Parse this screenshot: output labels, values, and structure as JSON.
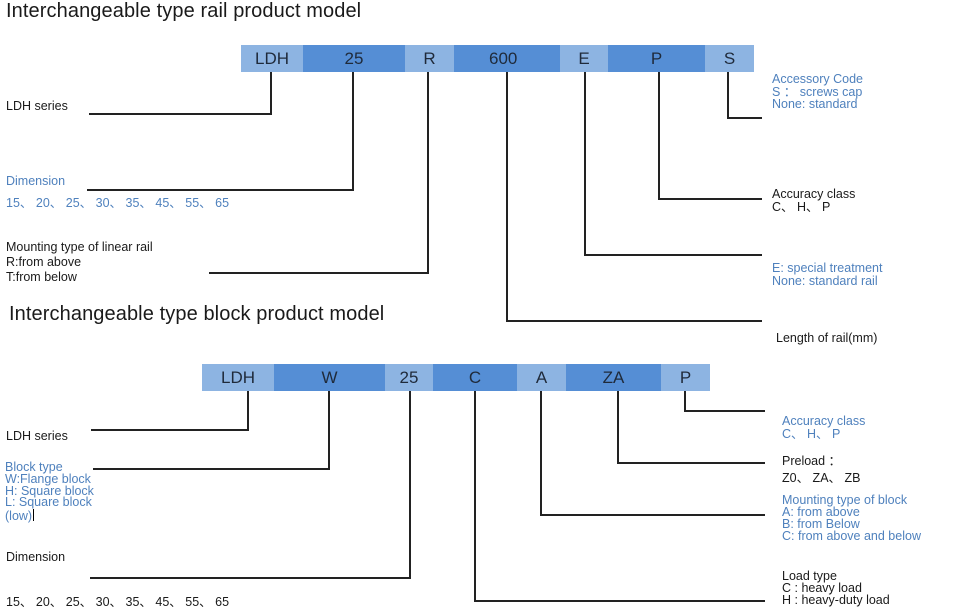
{
  "rail": {
    "title": "Interchangeable type rail product model",
    "segments": [
      {
        "code": "LDH",
        "shade": "light"
      },
      {
        "code": "25",
        "shade": "dark"
      },
      {
        "code": "R",
        "shade": "light"
      },
      {
        "code": "600",
        "shade": "dark"
      },
      {
        "code": "E",
        "shade": "light"
      },
      {
        "code": "P",
        "shade": "dark"
      },
      {
        "code": "S",
        "shade": "light"
      }
    ],
    "labels": {
      "series": {
        "lines": [
          "LDH series"
        ],
        "color": "black"
      },
      "dimension": {
        "lines": [
          "Dimension"
        ],
        "color": "blue"
      },
      "dimension_values": {
        "lines": [
          "15、 20、 25、 30、 35、 45、 55、 65"
        ],
        "color": "blue"
      },
      "mounting": {
        "lines": [
          "Mounting type of linear rail",
          "R:from above",
          "T:from below"
        ],
        "color": "black"
      },
      "accessory": {
        "lines": [
          "Accessory Code",
          "S ： screws cap",
          "None: standard"
        ],
        "color": "blue"
      },
      "accuracy": {
        "lines": [
          "Accuracy class",
          "C、 H、 P"
        ],
        "color": "black"
      },
      "treatment": {
        "lines": [
          "E: special treatment",
          "None: standard rail"
        ],
        "color": "blue"
      },
      "length": {
        "lines": [
          "Length of rail(mm)"
        ],
        "color": "black"
      }
    }
  },
  "block": {
    "title": "Interchangeable type block product model",
    "segments": [
      {
        "code": "LDH",
        "shade": "light"
      },
      {
        "code": "W",
        "shade": "dark"
      },
      {
        "code": "25",
        "shade": "light"
      },
      {
        "code": "C",
        "shade": "dark"
      },
      {
        "code": "A",
        "shade": "light"
      },
      {
        "code": "ZA",
        "shade": "dark"
      },
      {
        "code": "P",
        "shade": "light"
      }
    ],
    "labels": {
      "series": {
        "lines": [
          "LDH series"
        ],
        "color": "black"
      },
      "block_type": {
        "lines": [
          "Block type",
          "W:Flange block",
          "H: Square block",
          "L: Square block",
          "(low)"
        ],
        "color": "blue"
      },
      "dimension": {
        "lines": [
          "Dimension"
        ],
        "color": "black"
      },
      "dimension_values": {
        "lines": [
          "15、 20、 25、 30、 35、 45、 55、 65"
        ],
        "color": "black"
      },
      "accuracy": {
        "lines": [
          "Accuracy class",
          "C、 H、 P"
        ],
        "color": "blue"
      },
      "preload": {
        "lines": [
          "Preload ：",
          "Z0、 ZA、 ZB"
        ],
        "color": "black"
      },
      "mounting": {
        "lines": [
          "Mounting  type  of  block",
          "A: from above",
          "B: from Below",
          "C: from above and below"
        ],
        "color": "blue"
      },
      "load": {
        "lines": [
          "Load type",
          "C : heavy load",
          "H : heavy-duty load"
        ],
        "color": "black"
      }
    }
  },
  "colors": {
    "segment_light": "#8db4e2",
    "segment_dark": "#558ed5",
    "label_blue": "#4f81bd",
    "label_black": "#1a1a1a",
    "leader_line": "#222222"
  }
}
